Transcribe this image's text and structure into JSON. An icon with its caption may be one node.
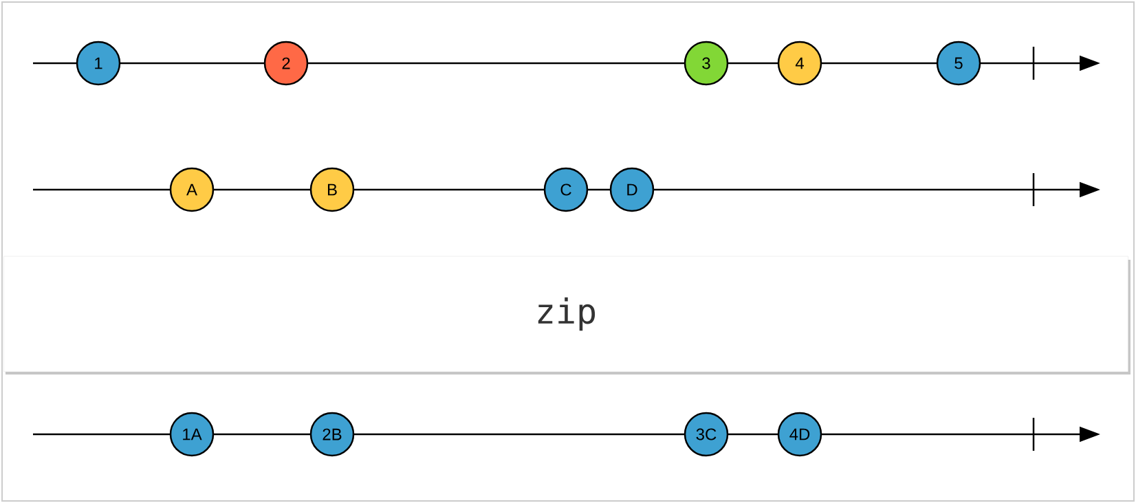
{
  "diagram": {
    "nodes": [
      {
        "text": [
          "1"
        ]
      },
      {
        "text": [
          "2"
        ]
      },
      {
        "text": [
          "3"
        ]
      },
      {
        "text": [
          "4"
        ]
      },
      {
        "text": [
          "5"
        ]
      },
      {
        "text": [
          "A"
        ]
      },
      {
        "text": [
          "B"
        ]
      },
      {
        "text": [
          "C"
        ]
      },
      {
        "text": [
          "D"
        ]
      },
      {
        "text": [
          "zip"
        ]
      },
      {
        "text": [
          "1A"
        ]
      },
      {
        "text": [
          "2B"
        ]
      },
      {
        "text": [
          "3C"
        ]
      },
      {
        "text": [
          "4D"
        ]
      }
    ]
  }
}
